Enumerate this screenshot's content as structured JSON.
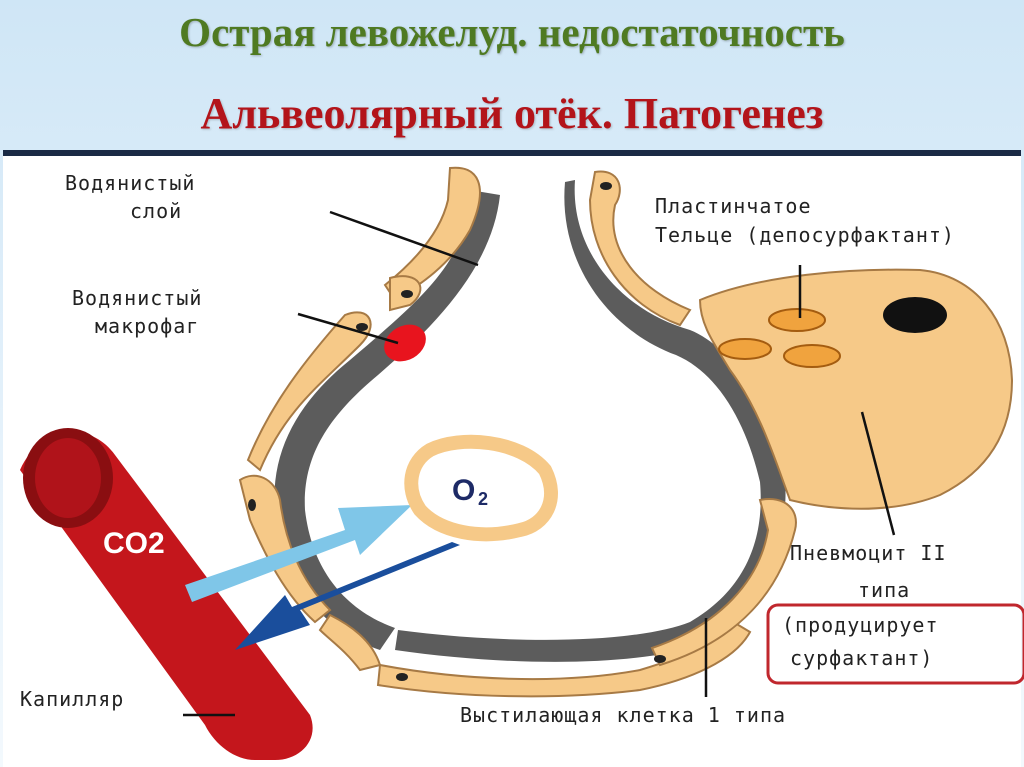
{
  "slide": {
    "title": "Острая левожелуд. недостаточность",
    "subtitle": "Альвеолярный отёк. Патогенез"
  },
  "diagram": {
    "labels": {
      "water_layer_1": "Водянистый",
      "water_layer_2": "слой",
      "macrophage_1": "Водянистый",
      "macrophage_2": "макрофаг",
      "lamellar_1": "Пластинчатое",
      "lamellar_2": "Тельце (депосурфактант)",
      "pneumocyte_1": "Пневмоцит II",
      "pneumocyte_2": "типа",
      "produces_1": "(продуцирует",
      "produces_2": "сурфактант)",
      "capillary": "Капилляр",
      "lining_cell": "Выстилающая клетка 1 типа",
      "o2": "O",
      "o2_sub": "2",
      "co2": "CO2"
    },
    "colors": {
      "cell": "#f6c988",
      "cell_outline": "#a77a45",
      "wall": "#5c5c5c",
      "capillary": "#c4161c",
      "capillary_dark": "#7d0d10",
      "arrow_light": "#7fc6e8",
      "arrow_dark": "#1a4e9c",
      "macrophage": "#e8141e",
      "highlight_box": "#c0272d"
    }
  }
}
